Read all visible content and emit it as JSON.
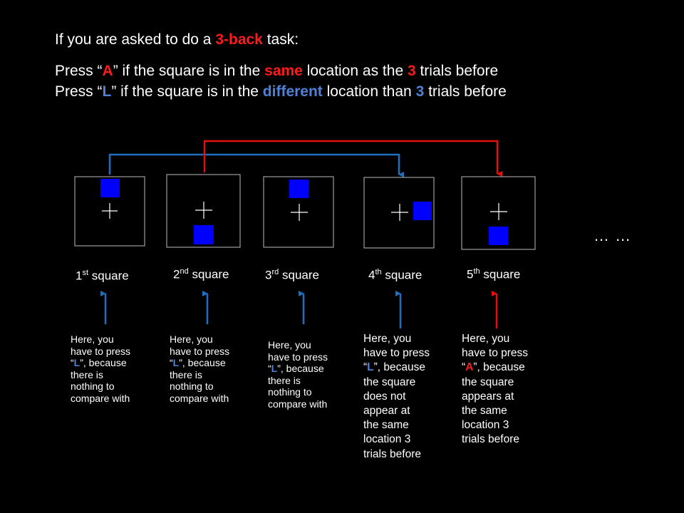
{
  "instructions": {
    "title": {
      "prefix": "If you are asked to do a ",
      "highlight": "3-back",
      "suffix": " task:"
    },
    "line1": {
      "t1": "Press “",
      "key": "A",
      "t2": "” if the square is in the ",
      "word": "same",
      "t3": " location as the ",
      "num": "3",
      "t4": " trials before"
    },
    "line2": {
      "t1": "Press “",
      "key": "L",
      "t2": "” if the square is in the ",
      "word": "different",
      "t3": " location than ",
      "num": "3",
      "t4": " trials before"
    }
  },
  "trials": [
    {
      "num": "1",
      "ord": "st",
      "word": "square",
      "square_position": "top",
      "note": {
        "t1": "Here, you\nhave to press\n“",
        "key": "L",
        "t2": "”, because\nthere is\nnothing to\ncompare with"
      }
    },
    {
      "num": "2",
      "ord": "nd",
      "word": "square",
      "square_position": "bottom",
      "note": {
        "t1": "Here, you\nhave to press\n“",
        "key": "L",
        "t2": "”, because\nthere is\nnothing to\ncompare with"
      }
    },
    {
      "num": "3",
      "ord": "rd",
      "word": "square",
      "square_position": "top",
      "note": {
        "t1": "Here, you\nhave to press\n“",
        "key": "L",
        "t2": "”, because\nthere is\nnothing to\ncompare with"
      }
    },
    {
      "num": "4",
      "ord": "th",
      "word": "square",
      "square_position": "right",
      "note": {
        "t1": "Here, you\nhave to press\n“",
        "key": "L",
        "t2": "”, because\nthe square\ndoes not\nappear at\nthe same\nlocation 3\ntrials before"
      }
    },
    {
      "num": "5",
      "ord": "th",
      "word": "square",
      "square_position": "bottom",
      "note": {
        "t1": "Here, you\nhave to press\n“",
        "key": "A",
        "t2": "”, because\nthe square\nappears at\nthe same\nlocation 3\ntrials before"
      }
    }
  ],
  "ellipsis": "… …",
  "colors": {
    "background": "#000000",
    "red": "#ff1a1a",
    "blue": "#4f81d8",
    "square": "#0000ff",
    "arrow_blue": "#1f6fc0",
    "arrow_red": "#e01010"
  }
}
